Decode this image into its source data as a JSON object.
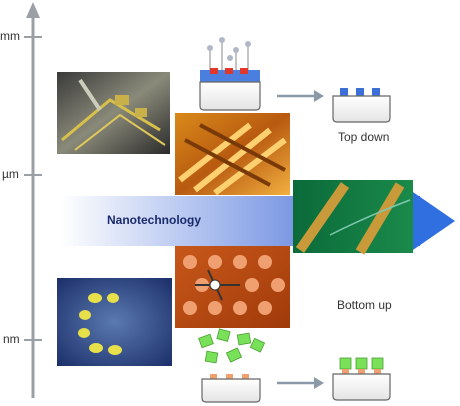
{
  "scale": {
    "ticks": [
      {
        "label": "mm"
      },
      {
        "label": "µm"
      },
      {
        "label": "nm"
      }
    ]
  },
  "labels": {
    "top_down": "Top down",
    "bottom_up": "Bottom up",
    "nanotechnology": "Nanotechnology"
  },
  "colors": {
    "band_start": "#ffffff",
    "band_end": "#3a5fd0",
    "arrow_head": "#2f6fe0",
    "axis": "#9aa0a6",
    "substrate_top": "#4a7fe0",
    "pattern_red": "#e0382a",
    "pattern_blue": "#3d6fd8",
    "molecule_green": "#79e05a",
    "anchor_orange": "#f0a070"
  },
  "images": [
    {
      "name": "microchip-photo",
      "description_icon": "microchip-icon"
    },
    {
      "name": "nanostructure-grid-photo",
      "description_icon": "grid-icon"
    },
    {
      "name": "nanowire-photo",
      "description_icon": "nanowire-icon"
    },
    {
      "name": "molecular-lattice-photo",
      "description_icon": "lattice-icon"
    },
    {
      "name": "atom-arrangement-photo",
      "description_icon": "atoms-icon"
    }
  ]
}
